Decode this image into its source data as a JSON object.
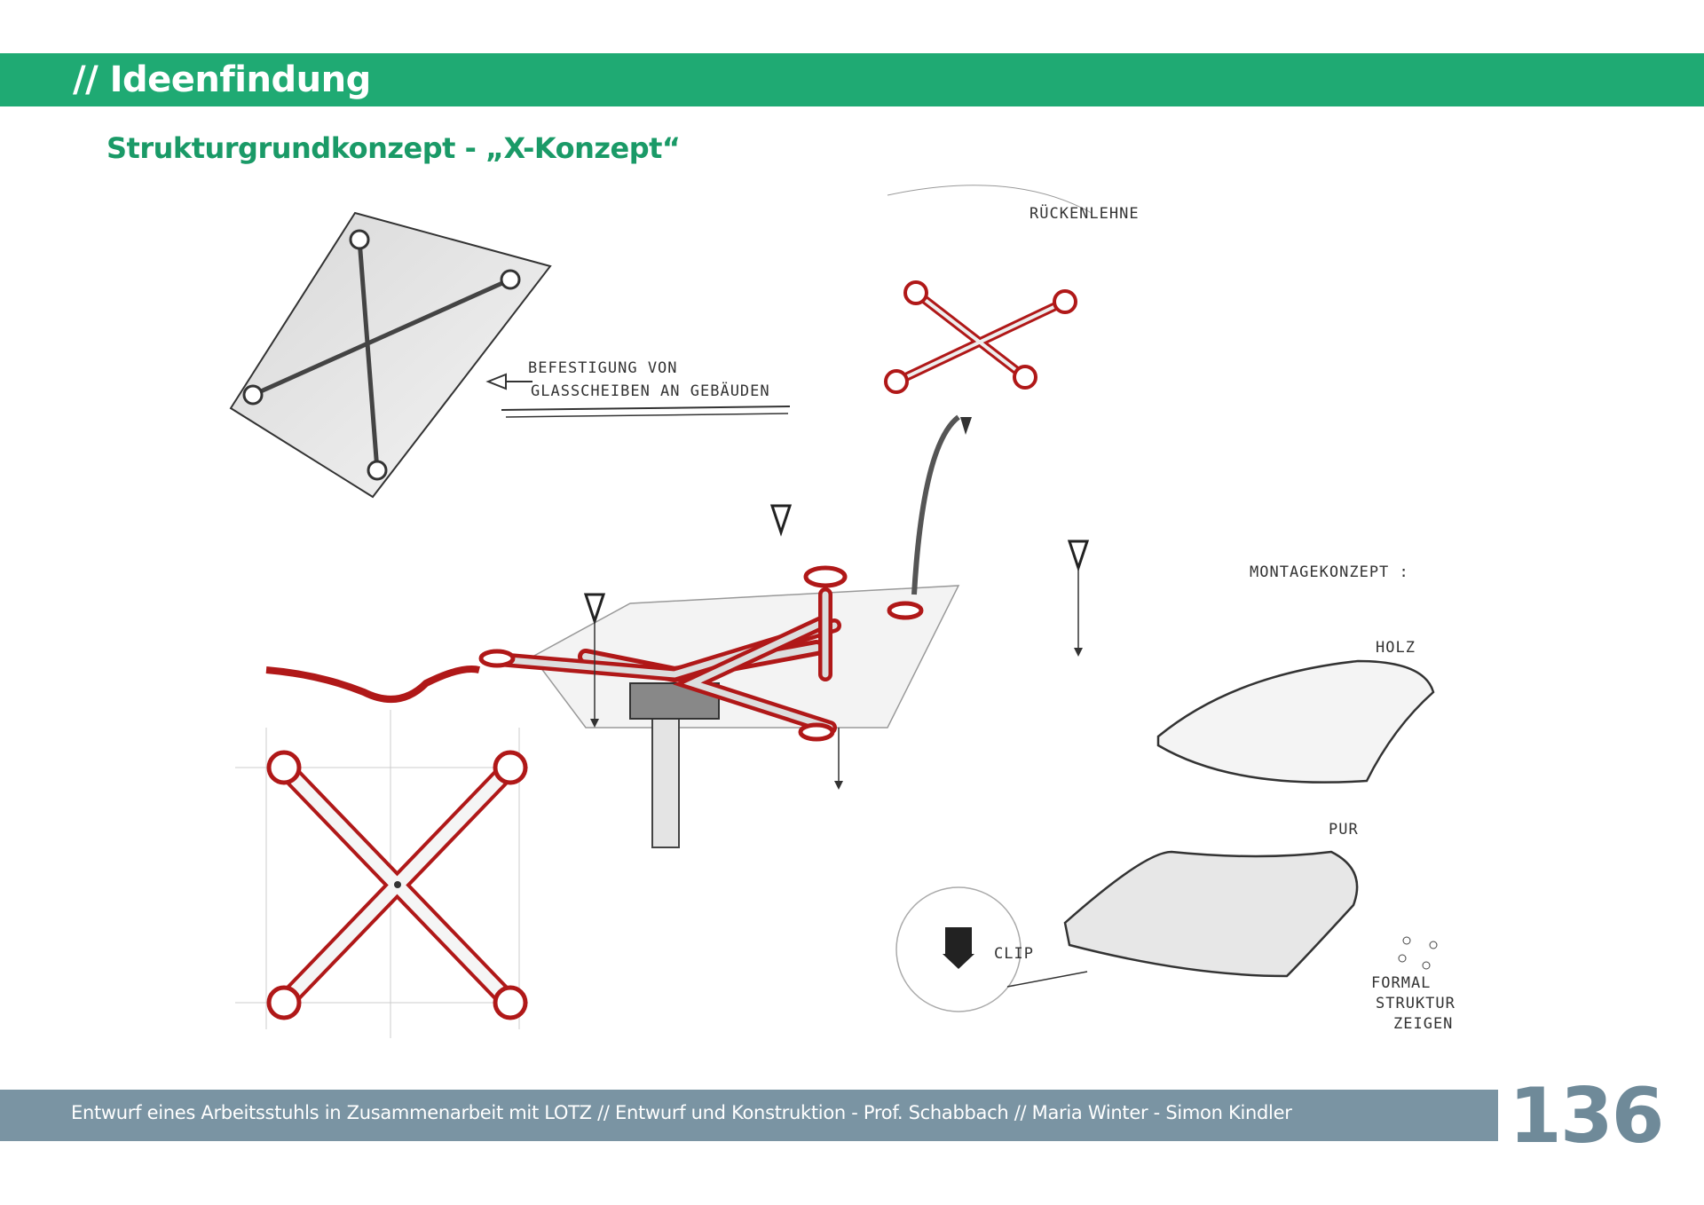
{
  "header": {
    "title": "// Ideenfindung",
    "color": "#1faa73"
  },
  "subtitle": "Strukturgrundkonzept - „X-Konzept“",
  "sketch": {
    "labels": {
      "ruckenlehne": "RÜCKENLEHNE",
      "befestigung_1": "BEFESTIGUNG VON",
      "befestigung_2": "GLASSCHEIBEN AN GEBÄUDEN",
      "montagekonzept": "MONTAGEKONZEPT :",
      "holz": "HOLZ",
      "pur": "PUR",
      "clip": "CLIP",
      "formal": "FORMAL",
      "struktur": "STRUKTUR",
      "zeigen": "ZEIGEN"
    },
    "accent_color": "#b01818"
  },
  "footer": {
    "text": "Entwurf eines Arbeitsstuhls in Zusammenarbeit mit LOTZ // Entwurf und Konstruktion - Prof. Schabbach // Maria Winter - Simon Kindler",
    "color": "#7a94a3"
  },
  "page_number": "136"
}
